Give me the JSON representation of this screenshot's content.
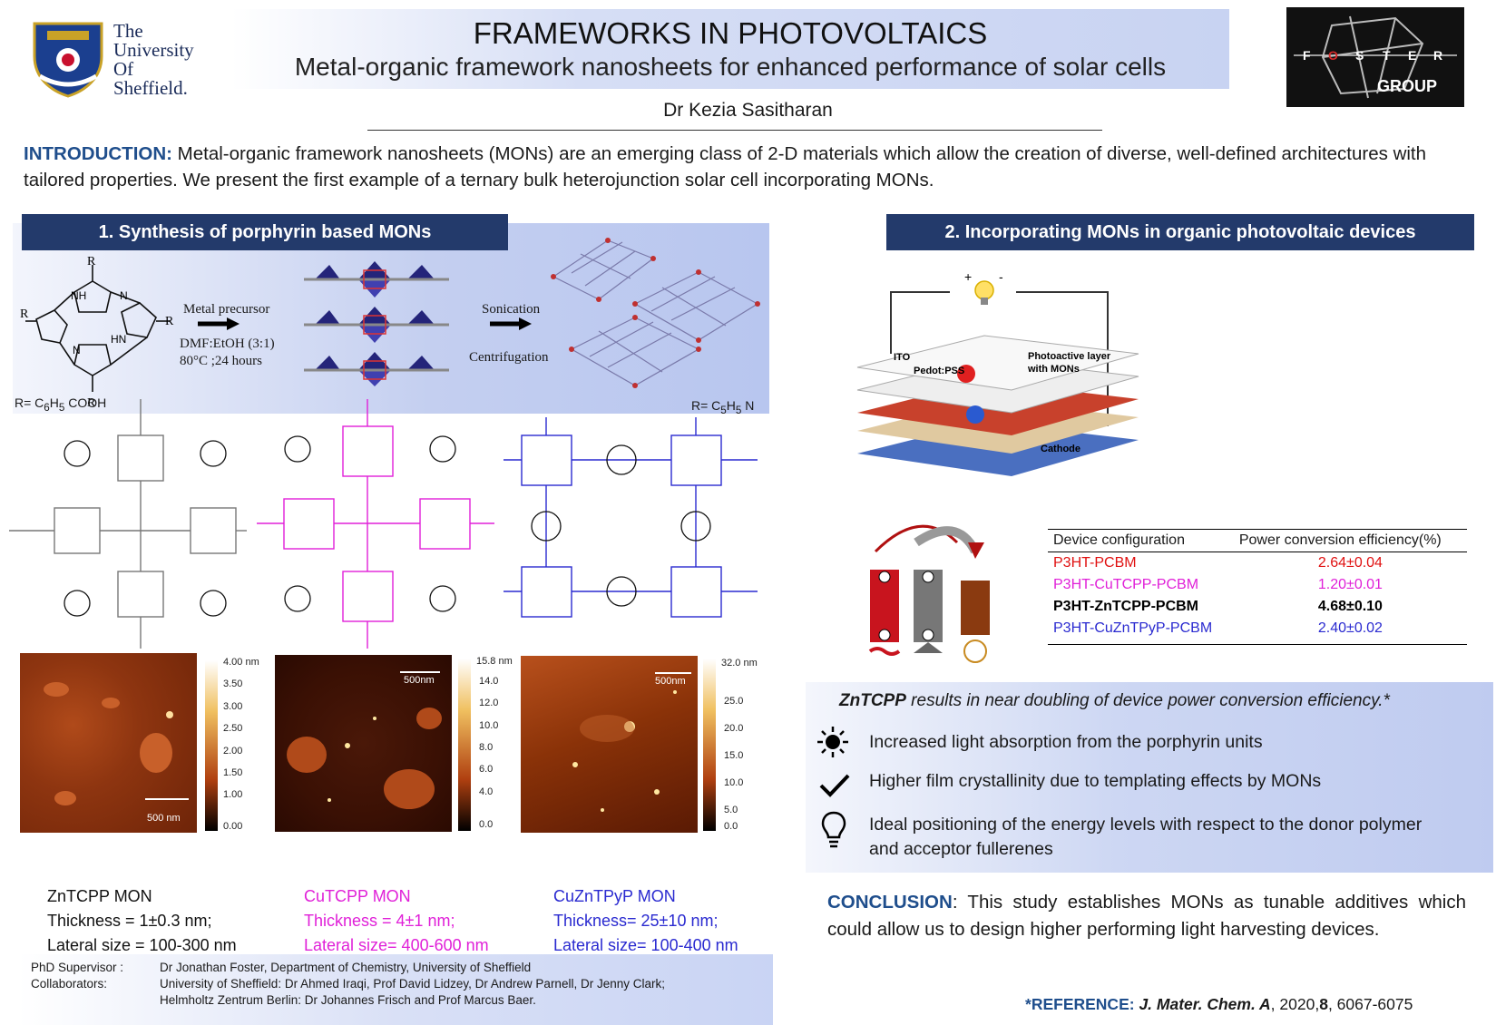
{
  "header": {
    "university": [
      "The",
      "University",
      "Of",
      "Sheffield."
    ],
    "title": "FRAMEWORKS IN PHOTOVOLTAICS",
    "subtitle": "Metal-organic framework nanosheets for enhanced performance of solar cells",
    "author": "Dr Kezia Sasitharan",
    "group_logo": {
      "letters": [
        "F",
        "O",
        "S",
        "T",
        "E",
        "R"
      ],
      "group_word": "GROUP",
      "accent": "#d62b2b"
    }
  },
  "intro": {
    "lead": "INTRODUCTION:",
    "text": " Metal-organic framework nanosheets (MONs) are an emerging class of 2-D materials which allow the creation of diverse, well-defined architectures with tailored properties. We present the first example of a ternary bulk heterojunction solar cell incorporating MONs."
  },
  "section1": {
    "heading": "1. Synthesis of porphyrin based MONs",
    "scheme": {
      "r_label": "R",
      "nh1": "NH",
      "n1": "N",
      "n2": "N",
      "hn": "HN",
      "step1_title": "Metal precursor",
      "step1_cond1": "DMF:EtOH (3:1)",
      "step1_cond2": "80°C ;24 hours",
      "step2_title": "Sonication",
      "step2_cond": "Centrifugation"
    },
    "r_left_prefix": "R= C",
    "r_left_sub1": "6",
    "r_left_mid": "H",
    "r_left_sub2": "5",
    "r_left_suffix": " COOH",
    "r_right_prefix": "R= C",
    "r_right_sub1": "5",
    "r_right_mid": "H",
    "r_right_sub2": "5",
    "r_right_suffix": " N",
    "afm": [
      {
        "scale_bar": "500 nm",
        "ticks": [
          "4.00 nm",
          "3.50",
          "3.00",
          "2.50",
          "2.00",
          "1.50",
          "1.00",
          "0.00"
        ]
      },
      {
        "scale_bar": "500nm",
        "ticks": [
          "15.8 nm",
          "14.0",
          "12.0",
          "10.0",
          "8.0",
          "6.0",
          "4.0",
          "0.0"
        ]
      },
      {
        "scale_bar": "500nm",
        "ticks": [
          "32.0 nm",
          "25.0",
          "20.0",
          "15.0",
          "10.0",
          "5.0",
          "0.0"
        ]
      }
    ],
    "samples": [
      {
        "name": "ZnTCPP MON",
        "thickness": "Thickness = 1±0.3 nm;",
        "lateral": "Lateral size = 100-300 nm",
        "color": "#111111"
      },
      {
        "name": "CuTCPP MON",
        "thickness": "Thickness = 4±1 nm;",
        "lateral": "Lateral size= 400-600 nm",
        "color": "#e020d8"
      },
      {
        "name": "CuZnTPyP MON",
        "thickness": "Thickness= 25±10 nm;",
        "lateral": "Lateral size= 100-400 nm",
        "color": "#2a2ad0"
      }
    ]
  },
  "credits": {
    "supervisor_label": "PhD Supervisor :",
    "supervisor": "Dr Jonathan Foster, Department of Chemistry, University of Sheffield",
    "collab_label": "Collaborators:",
    "collab_line1": "University of Sheffield: Dr Ahmed Iraqi, Prof David Lidzey, Dr Andrew Parnell, Dr Jenny Clark;",
    "collab_line2": "Helmholtz Zentrum Berlin: Dr Johannes Frisch and Prof Marcus Baer."
  },
  "section2": {
    "heading": "2. Incorporating MONs in organic photovoltaic devices",
    "device": {
      "plus": "+",
      "minus": "-",
      "ito": "ITO",
      "pedot": "Pedot:PSS",
      "active": "Photoactive layer",
      "active2": "with MONs",
      "cathode": "Cathode"
    },
    "table": {
      "headers": [
        "Device configuration",
        "Power conversion efficiency(%)"
      ],
      "rows": [
        {
          "config": "P3HT-PCBM",
          "pce": "2.64±0.04",
          "color": "#e01010",
          "bold": false
        },
        {
          "config": "P3HT-CuTCPP-PCBM",
          "pce": "1.20±0.01",
          "color": "#e020d8",
          "bold": false
        },
        {
          "config": "P3HT-ZnTCPP-PCBM",
          "pce": "4.68±0.10",
          "color": "#000000",
          "bold": true
        },
        {
          "config": "P3HT-CuZnTPyP-PCBM",
          "pce": "2.40±0.02",
          "color": "#2a2ad0",
          "bold": false
        }
      ]
    },
    "findings": {
      "lead_bold": "ZnTCPP",
      "lead_rest": " results in near doubling of device power conversion efficiency.*",
      "items": [
        {
          "icon": "sun-icon",
          "text": "Increased light absorption from the porphyrin units"
        },
        {
          "icon": "checkmark-icon",
          "text": "Higher film crystallinity due to templating effects by MONs"
        },
        {
          "icon": "lightbulb-icon",
          "text": "Ideal positioning of the energy levels with respect to the donor polymer and acceptor fullerenes"
        }
      ]
    },
    "conclusion": {
      "lead": "CONCLUSION",
      "text": ": This study establishes MONs as tunable additives which could allow us to design higher performing light harvesting devices."
    },
    "reference": {
      "star": "*",
      "label": "REFERENCE:",
      "journal": " J. Mater. Chem. A",
      "year": ", 2020,",
      "volume": "8",
      "pages": ", 6067-6075"
    }
  }
}
